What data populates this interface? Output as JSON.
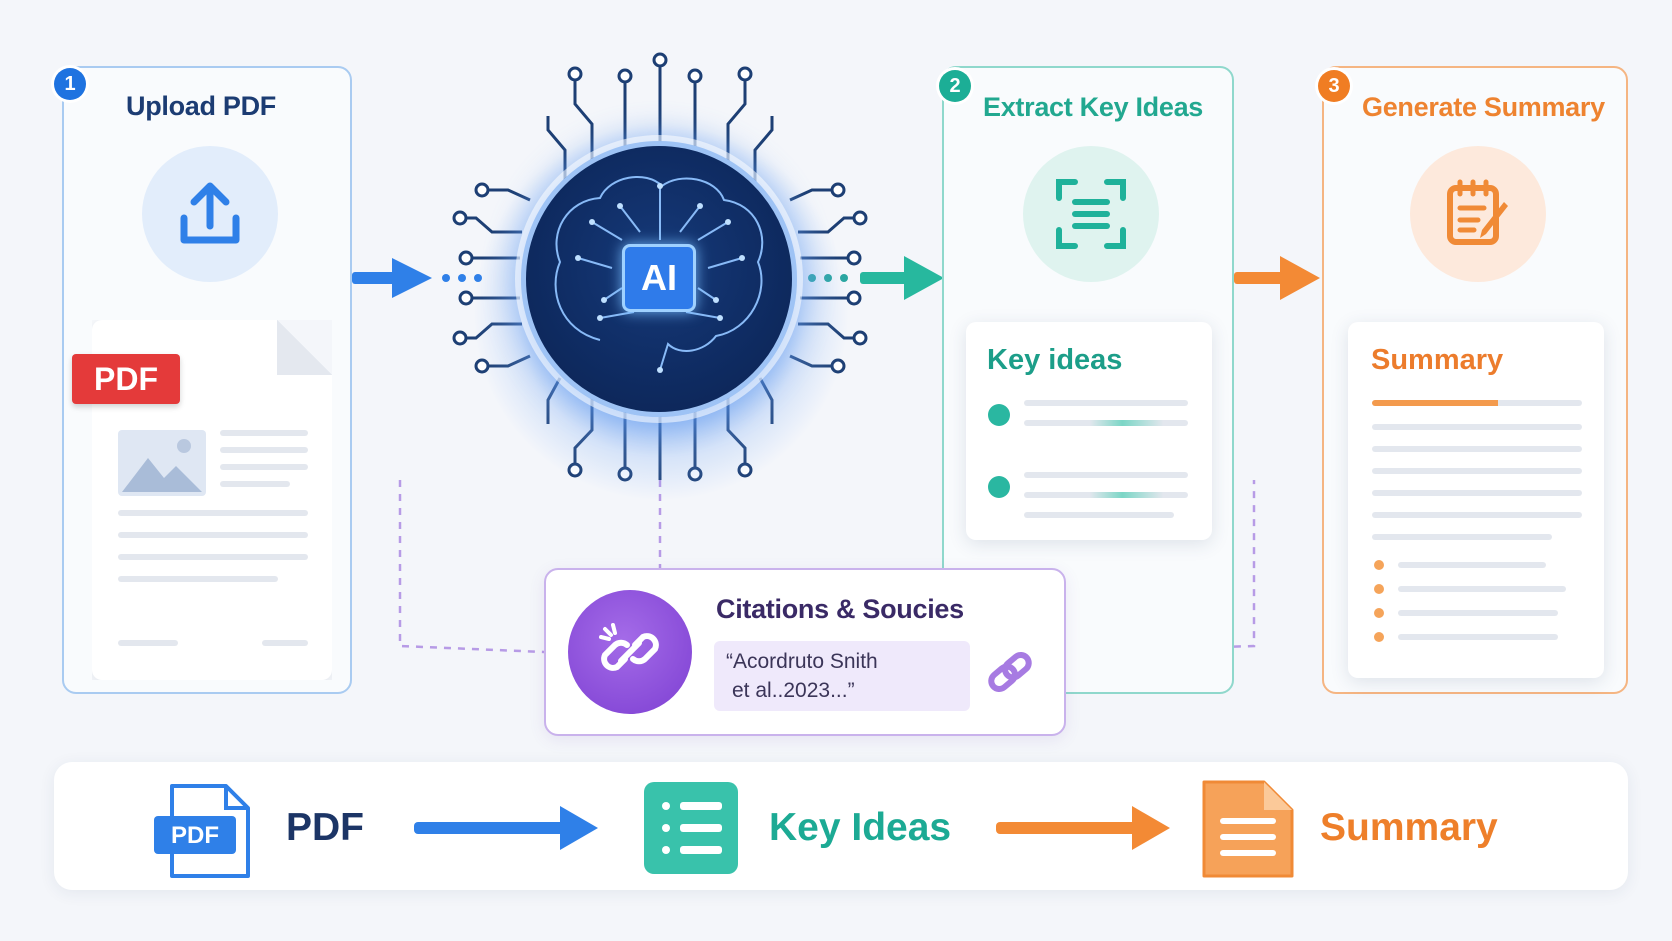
{
  "steps": [
    {
      "number": "1",
      "title": "Upload PDF",
      "icon": "upload-icon",
      "color": "#1f73e0"
    },
    {
      "number": "2",
      "title": "Extract Key Ideas",
      "icon": "scan-text-icon",
      "color": "#1cae96"
    },
    {
      "number": "3",
      "title": "Generate Summary",
      "icon": "notepad-pen-icon",
      "color": "#f07d23"
    }
  ],
  "document": {
    "badge": "PDF"
  },
  "ai_core": {
    "label": "AI",
    "icon": "brain-chip-icon"
  },
  "key_ideas_box": {
    "title": "Key ideas",
    "bullet_count": 2
  },
  "summary_box": {
    "title": "Summary",
    "bullet_count": 4
  },
  "citations": {
    "title": "Citations & Soucies",
    "quote_line1": "“Acordruto Snith",
    "quote_line2": "et al..2023...”",
    "icon": "link-icon"
  },
  "flow": {
    "pdf_icon_label": "PDF",
    "pdf_label": "PDF",
    "key_ideas_label": "Key Ideas",
    "summary_label": "Summary"
  },
  "colors": {
    "blue": "#1f73e0",
    "teal": "#1cae96",
    "orange": "#f07d23",
    "purple": "#8a4fd8",
    "navy": "#0f2c63"
  }
}
